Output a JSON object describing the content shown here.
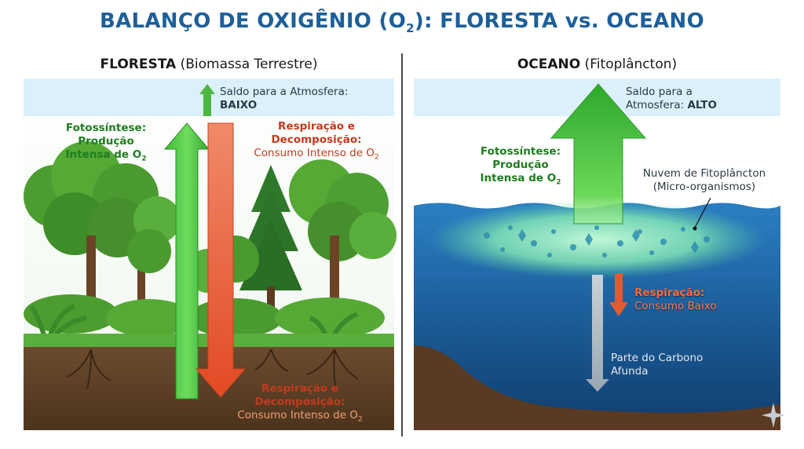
{
  "title": {
    "main": "BALANÇO DE OXIGÊNIO (O",
    "sub": "2",
    "rest": "): FLORESTA vs. OCEANO"
  },
  "forest": {
    "heading_bold": "FLORESTA",
    "heading_rest": " (Biomassa Terrestre)",
    "balance_label": "Saldo para a Atmosfera:",
    "balance_value": "BAIXO",
    "photo_l1": "Fotossíntese:",
    "photo_l2": "Produção",
    "photo_l3": "Intensa de O",
    "photo_sub": "2",
    "resp_top_l1": "Respiração e",
    "resp_top_l2": "Decomposição:",
    "resp_top_l3": "Consumo Intenso de O",
    "resp_top_sub": "2",
    "resp_bot_l1": "Respiração e",
    "resp_bot_l2": "Decomposição:",
    "resp_bot_l3": "Consumo Intenso de O",
    "resp_bot_sub": "2"
  },
  "ocean": {
    "heading_bold": "OCEANO",
    "heading_rest": " (Fitoplâncton)",
    "balance_label_l1": "Saldo para a",
    "balance_label_l2": "Atmosfera: ",
    "balance_value": "ALTO",
    "photo_l1": "Fotossíntese:",
    "photo_l2": "Produção",
    "photo_l3": "Intensa de O",
    "photo_sub": "2",
    "cloud_l1": "Nuvem de Fitoplâncton",
    "cloud_l2": "(Micro-organismos)",
    "resp_l1": "Respiração:",
    "resp_l2": "Consumo Baixo",
    "carbon_l1": "Parte do Carbono",
    "carbon_l2": "Afunda"
  },
  "colors": {
    "title": "#1d5f99",
    "green_text": "#1e7d1e",
    "red_text": "#c23b1e",
    "sky_band": "#dcf0f9",
    "ocean": "#1f6aa8"
  }
}
